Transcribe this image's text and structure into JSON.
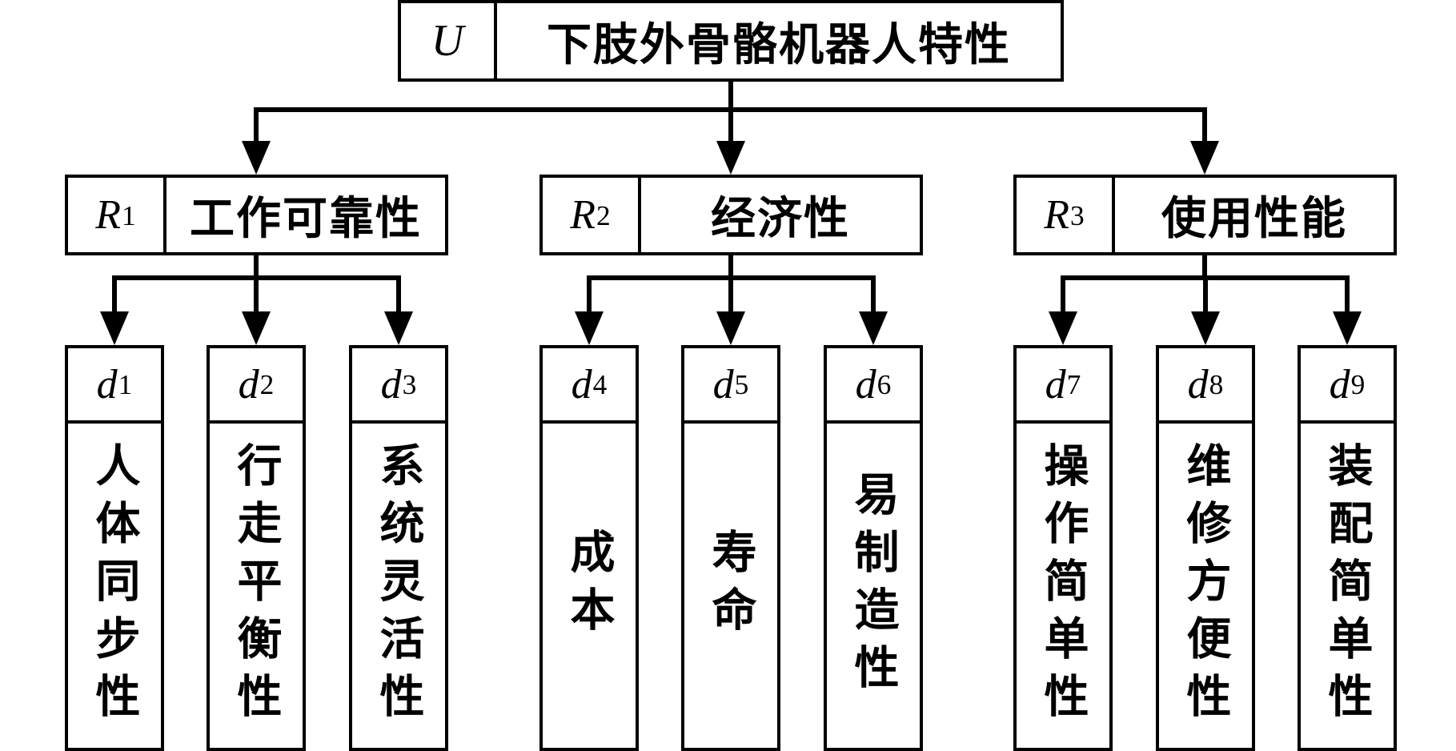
{
  "root": {
    "symbol": "U",
    "label": "下肢外骨骼机器人特性"
  },
  "groups": [
    {
      "symbol": "R",
      "sub": "1",
      "label": "工作可靠性",
      "leaves": [
        {
          "symbol": "d",
          "sub": "1",
          "label": "人体同步性"
        },
        {
          "symbol": "d",
          "sub": "2",
          "label": "行走平衡性"
        },
        {
          "symbol": "d",
          "sub": "3",
          "label": "系统灵活性"
        }
      ]
    },
    {
      "symbol": "R",
      "sub": "2",
      "label": "经济性",
      "leaves": [
        {
          "symbol": "d",
          "sub": "4",
          "label": "成本"
        },
        {
          "symbol": "d",
          "sub": "5",
          "label": "寿命"
        },
        {
          "symbol": "d",
          "sub": "6",
          "label": "易制造性"
        }
      ]
    },
    {
      "symbol": "R",
      "sub": "3",
      "label": "使用性能",
      "leaves": [
        {
          "symbol": "d",
          "sub": "7",
          "label": "操作简单性"
        },
        {
          "symbol": "d",
          "sub": "8",
          "label": "维修方便性"
        },
        {
          "symbol": "d",
          "sub": "9",
          "label": "装配简单性"
        }
      ]
    }
  ]
}
